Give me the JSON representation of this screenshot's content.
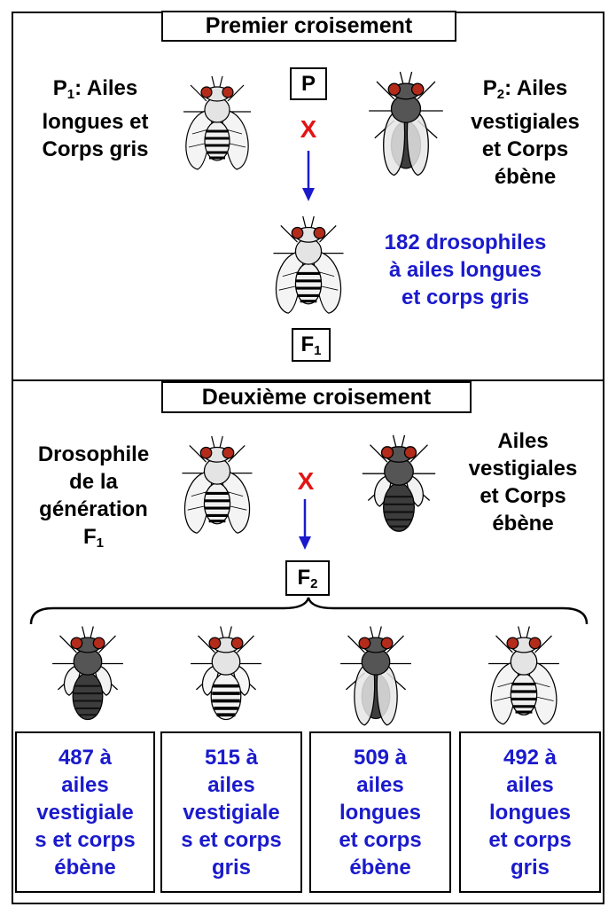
{
  "cross1": {
    "title": "Premier croisement",
    "p_label": "P",
    "p1_prefix": "P",
    "p1_sub": "1",
    "p1_line1": ": Ailes",
    "p1_line2": "longues et",
    "p1_line3": "Corps gris",
    "p2_prefix": "P",
    "p2_sub": "2",
    "p2_line1": ": Ailes",
    "p2_line2": "vestigiales",
    "p2_line3": "et Corps",
    "p2_line4": "ébène",
    "cross_symbol": "X",
    "f1_result_line1": "182 drosophiles",
    "f1_result_line2": "à ailes longues",
    "f1_result_line3": "et corps gris",
    "f1_prefix": "F",
    "f1_sub": "1"
  },
  "cross2": {
    "title": "Deuxième croisement",
    "left_line1": "Drosophile",
    "left_line2": "de la",
    "left_line3": "génération",
    "left_f_prefix": "F",
    "left_f_sub": "1",
    "right_line1": "Ailes",
    "right_line2": "vestigiales",
    "right_line3": "et Corps",
    "right_line4": "ébène",
    "cross_symbol": "X",
    "f2_prefix": "F",
    "f2_sub": "2"
  },
  "results": [
    {
      "lines": [
        "487 à",
        "ailes",
        "vestigiale",
        "s et corps",
        "ébène"
      ]
    },
    {
      "lines": [
        "515 à",
        "ailes",
        "vestigiale",
        "s et corps",
        "gris"
      ]
    },
    {
      "lines": [
        "509 à",
        "ailes",
        "longues",
        "et corps",
        "ébène"
      ]
    },
    {
      "lines": [
        "492 à",
        "ailes",
        "longues",
        "et corps",
        "gris"
      ]
    }
  ],
  "colors": {
    "result_text": "#1a1acc",
    "cross_x": "#e21414",
    "arrow": "#1a1acc",
    "eye": "#b32b1a",
    "body_grey": "#e8e8e8",
    "body_ebony": "#4a4a4a"
  }
}
